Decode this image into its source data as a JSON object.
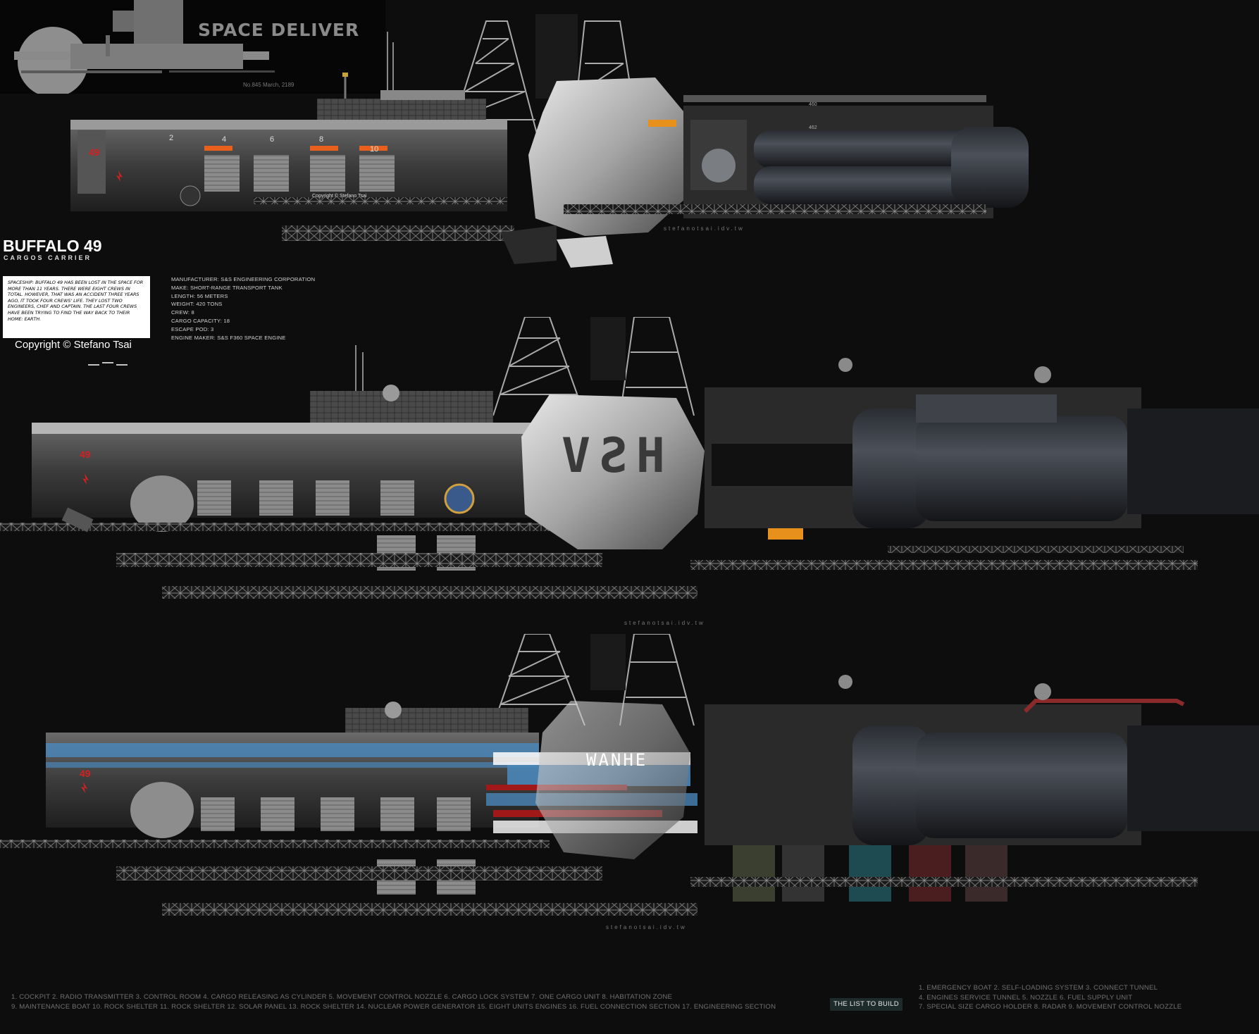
{
  "header": {
    "title": "SPACE DELIVER",
    "issue": "No.845   March, 2189"
  },
  "ship": {
    "name": "BUFFALO 49",
    "class": "CARGOS CARRIER",
    "story": "Spaceship: Buffalo 49 has been lost in the space for more than 11 years. There were eight  crews in total. However, that  was an accident three years ago, it took four crews' life. They lost two engineers, chef and captain. The last four crews have been trying to find the way back to their home: Earth.",
    "copyright": "Copyright ©  Stefano Tsai",
    "specs": [
      "MANUFACTURER: S&S ENGINEERING CORPORATION",
      "MAKE: SHORT-RANGE TRANSPORT TANK",
      "LENGTH: 56 METERS",
      "WEIGHT: 420 TONS",
      "CREW: 8",
      "CARGO CAPACITY: 18",
      "ESCAPE POD: 3",
      "ENGINE MAKER:  S&S F360 SPACE ENGINE"
    ]
  },
  "illustrations": {
    "hull_number": "49",
    "rock_text_middle": "HSV",
    "rock_text_bottom": "WANHE",
    "mini_copyright": "Copyright ©  Stefano Tsai",
    "watermark": "stefanotsai.idv.tw",
    "top_labels": [
      "2",
      "4",
      "6",
      "8",
      "10"
    ],
    "side_labels": [
      "460",
      "462"
    ]
  },
  "legend": {
    "left_line1": "1. COCKPIT    2. RADIO TRANSMITTER    3. CONTROL ROOM    4. CARGO RELEASING   AS CYLINDER     5. MOVEMENT CONTROL  NOZZLE     6. CARGO LOCK SYSTEM    7. ONE CARGO UNIT    8. HABITATION ZONE",
    "left_line2": "9. MAINTENANCE BOAT    10. ROCK SHELTER    11. ROCK SHELTER    12. SOLAR PANEL  13. ROCK SHELTER    14. NUCLEAR POWER GENERATOR    15. EIGHT UNITS ENGINES    16. FUEL CONNECTION SECTION    17. ENGINEERING SECTION",
    "right_line1": "1. EMERGENCY BOAT    2. SELF-LOADING SYSTEM    3. CONNECT TUNNEL",
    "right_line2": "4. ENGINES SERVICE TUNNEL   5. NOZZLE  6. FUEL SUPPLY UNIT",
    "right_line3": "7. SPECIAL SIZE CARGO HOLDER   8. RADAR   9. MOVEMENT CONTROL  NOZZLE",
    "button_label": "THE LIST TO BUILD"
  },
  "colors": {
    "background": "#0d0d0d",
    "hull_red": "#d32020",
    "stripe_blue": "#4a86b8",
    "stripe_red": "#a01818",
    "warning_orange": "#e8901c"
  }
}
